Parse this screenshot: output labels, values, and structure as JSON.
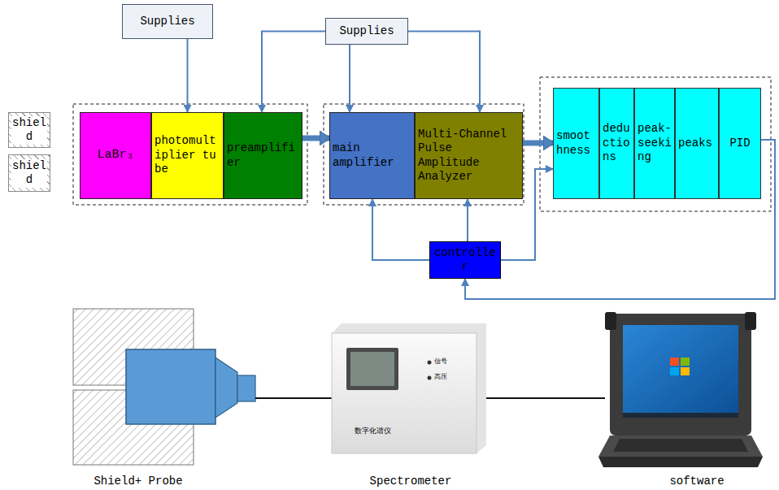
{
  "diagram": {
    "nodes": [
      {
        "text": [
          "Supplies"
        ]
      },
      {
        "text": [
          "Supplies"
        ]
      },
      {
        "text": [
          "shield"
        ]
      },
      {
        "text": [
          "shield"
        ]
      },
      {
        "text": [
          "LaBr₃"
        ]
      },
      {
        "text": [
          "photomultiplier tube"
        ]
      },
      {
        "text": [
          "preamplifier"
        ]
      },
      {
        "text": [
          "main amplifier"
        ]
      },
      {
        "text": [
          "Multi-Channel Pulse Amplitude Analyzer"
        ]
      },
      {
        "text": [
          "smoothness"
        ]
      },
      {
        "text": [
          "deductions"
        ]
      },
      {
        "text": [
          "peak-seeking"
        ]
      },
      {
        "text": [
          "peaks"
        ]
      },
      {
        "text": [
          "PID"
        ]
      },
      {
        "text": [
          "controller"
        ]
      }
    ],
    "edges": [
      {
        "from": 0,
        "to": 5,
        "arrow": "to"
      },
      {
        "from": 1,
        "to": 6,
        "arrow": "to"
      },
      {
        "from": 1,
        "to": 7,
        "arrow": "to"
      },
      {
        "from": 1,
        "to": 8,
        "arrow": "to"
      },
      {
        "from": 6,
        "to": 7,
        "arrow": "to"
      },
      {
        "from": 8,
        "to": 9,
        "arrow": "to"
      },
      {
        "from": 14,
        "to": 7,
        "arrow": "to"
      },
      {
        "from": 14,
        "to": 8,
        "arrow": "to"
      },
      {
        "from": 14,
        "to": 9,
        "arrow": "to"
      },
      {
        "from": 13,
        "to": 14,
        "arrow": "to"
      }
    ],
    "labels": [
      "Shield+ Probe",
      "Spectrometer",
      "software",
      "数字化谱仪",
      "信号",
      "高压"
    ]
  }
}
